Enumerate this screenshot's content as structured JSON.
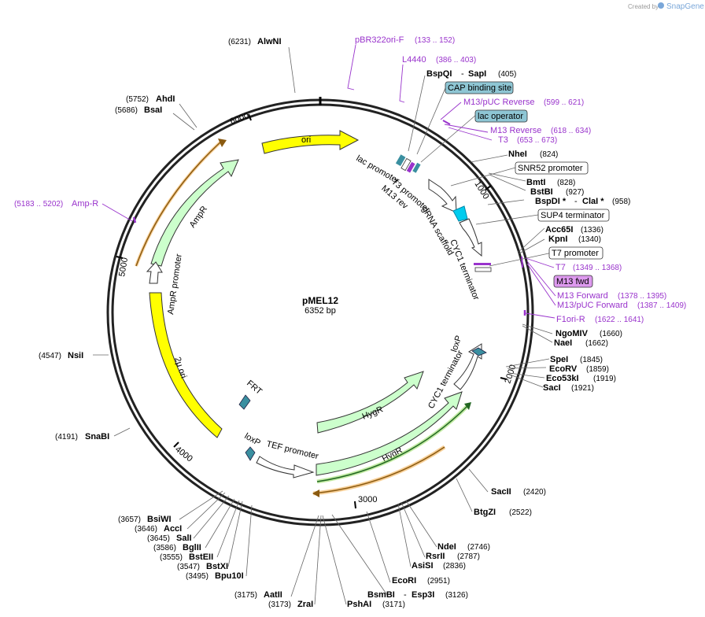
{
  "brand": {
    "created_by": "Created by",
    "name": "SnapGene"
  },
  "plasmid": {
    "name": "pMEL12",
    "length": "6352 bp"
  },
  "ticks": [
    "1000",
    "2000",
    "3000",
    "4000",
    "5000",
    "6000"
  ],
  "features": {
    "ori": "ori",
    "ampr": "AmpR",
    "ampr_promoter": "AmpR promoter",
    "two_mu_ori": "2μ ori",
    "frt": "FRT",
    "loxp1": "loxP",
    "tef_promoter": "TEF promoter",
    "hygr1": "HygR",
    "hygr2": "HygR",
    "cyc1_term2": "CYC1 terminator",
    "loxp2": "loxP",
    "lac_promoter": "lac promoter",
    "t3_promoter": "T3 promoter",
    "m13_rev": "M13 rev",
    "grna_scaffold": "gRNA scaffold",
    "cyc1_term1": "CYC1 terminator"
  },
  "enzymes": {
    "alwni": {
      "pos": "(6231)",
      "name": "AlwNI"
    },
    "ahdi": {
      "pos": "(5752)",
      "name": "AhdI"
    },
    "bsai": {
      "pos": "(5686)",
      "name": "BsaI"
    },
    "nsii": {
      "pos": "(4547)",
      "name": "NsiI"
    },
    "snabi": {
      "pos": "(4191)",
      "name": "SnaBI"
    },
    "bsiwi": {
      "pos": "(3657)",
      "name": "BsiWI"
    },
    "acci": {
      "pos": "(3646)",
      "name": "AccI"
    },
    "sali": {
      "pos": "(3645)",
      "name": "SalI"
    },
    "bglii": {
      "pos": "(3586)",
      "name": "BglII"
    },
    "bsteii": {
      "pos": "(3555)",
      "name": "BstEII"
    },
    "bstxi": {
      "pos": "(3547)",
      "name": "BstXI"
    },
    "bpu10i": {
      "pos": "(3495)",
      "name": "Bpu10I"
    },
    "aatii": {
      "pos": "(3175)",
      "name": "AatII"
    },
    "zrai": {
      "pos": "(3173)",
      "name": "ZraI"
    },
    "pshai": {
      "pos": "(3171)",
      "name": "PshAI"
    },
    "bsmbi": {
      "name": "BsmBI",
      "sep": "-",
      "name2": "Esp3I",
      "pos": "(3126)"
    },
    "ecori": {
      "name": "EcoRI",
      "pos": "(2951)"
    },
    "asisi": {
      "name": "AsiSI",
      "pos": "(2836)"
    },
    "rsrii": {
      "name": "RsrII",
      "pos": "(2787)"
    },
    "ndei": {
      "name": "NdeI",
      "pos": "(2746)"
    },
    "btgzi": {
      "name": "BtgZI",
      "pos": "(2522)"
    },
    "sacii": {
      "name": "SacII",
      "pos": "(2420)"
    },
    "saci": {
      "name": "SacI",
      "pos": "(1921)"
    },
    "eco53ki": {
      "name": "Eco53kI",
      "pos": "(1919)"
    },
    "ecorv": {
      "name": "EcoRV",
      "pos": "(1859)"
    },
    "spei": {
      "name": "SpeI",
      "pos": "(1845)"
    },
    "naei": {
      "name": "NaeI",
      "pos": "(1662)"
    },
    "ngomiv": {
      "name": "NgoMIV",
      "pos": "(1660)"
    },
    "kpni": {
      "name": "KpnI",
      "pos": "(1340)"
    },
    "acc65i": {
      "name": "Acc65I",
      "pos": "(1336)"
    },
    "bspdi": {
      "name": "BspDI *",
      "sep": "-",
      "name2": "ClaI *",
      "pos": "(958)"
    },
    "bstbi": {
      "name": "BstBI",
      "pos": "(927)"
    },
    "bmti": {
      "name": "BmtI",
      "pos": "(828)"
    },
    "nhei": {
      "name": "NheI",
      "pos": "(824)"
    },
    "bspqi": {
      "name": "BspQI",
      "sep": "-",
      "name2": "SapI",
      "pos": "(405)"
    }
  },
  "primers": {
    "pbr322": {
      "name": "pBR322ori-F",
      "range": "(133 .. 152)"
    },
    "l4440": {
      "name": "L4440",
      "range": "(386 .. 403)"
    },
    "m13puc_rev": {
      "name": "M13/pUC Reverse",
      "range": "(599 .. 621)"
    },
    "m13_reverse": {
      "name": "M13 Reverse",
      "range": "(618 .. 634)"
    },
    "t3": {
      "name": "T3",
      "range": "(653 .. 673)"
    },
    "t7": {
      "name": "T7",
      "range": "(1349 .. 1368)"
    },
    "m13_forward": {
      "name": "M13 Forward",
      "range": "(1378 .. 1395)"
    },
    "m13puc_fwd": {
      "name": "M13/pUC Forward",
      "range": "(1387 .. 1409)"
    },
    "f1ori_r": {
      "name": "F1ori-R",
      "range": "(1622 .. 1641)"
    },
    "ampr_primer": {
      "name": "Amp-R",
      "range": "(5183 .. 5202)"
    }
  },
  "boxed": {
    "cap": "CAP binding site",
    "lac_op": "lac operator",
    "snr52": "SNR52 promoter",
    "sup4": "SUP4 terminator",
    "t7_prom": "T7 promoter",
    "m13_fwd": "M13 fwd"
  },
  "colors": {
    "yellow": "#ffff00",
    "green": "#ccffcc",
    "cyan": "#00ccee",
    "teal": "#3a8fa0",
    "purple": "#9933cc",
    "orange": "#f0a030",
    "darkgreen": "#339933"
  }
}
